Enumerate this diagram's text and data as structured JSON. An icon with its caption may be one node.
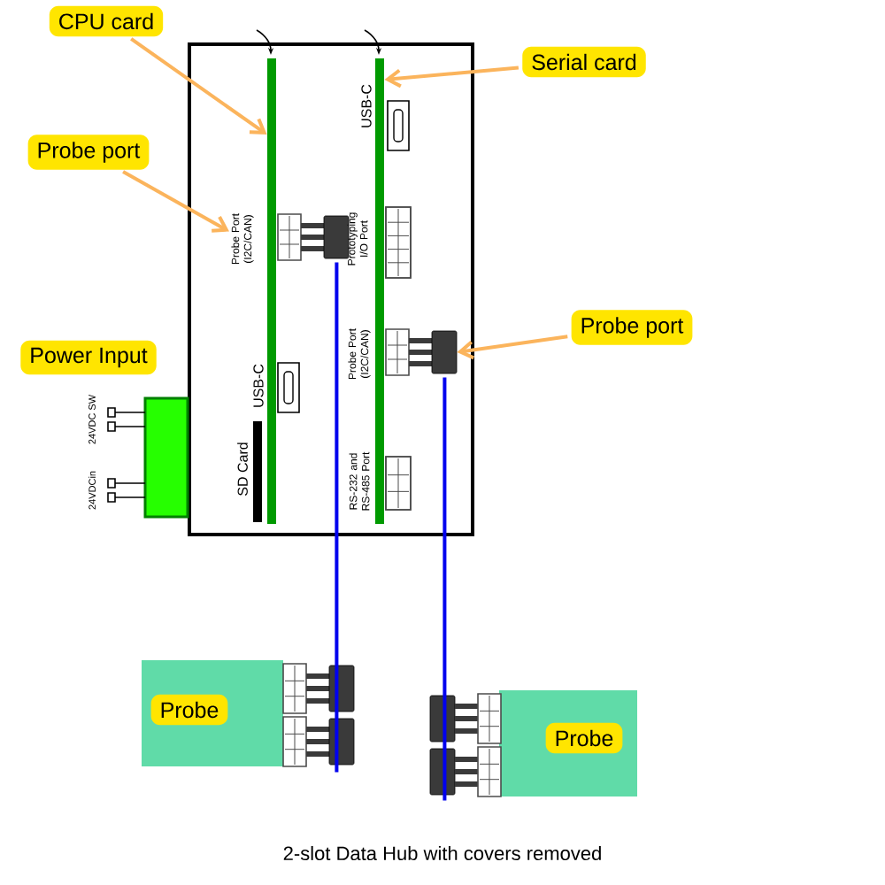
{
  "diagram": {
    "caption": "2-slot Data Hub with covers removed",
    "nodes": [
      {
        "text": [
          "CPU card"
        ]
      },
      {
        "text": [
          "Serial card"
        ]
      },
      {
        "text": [
          "Probe port"
        ]
      },
      {
        "text": [
          "Probe port"
        ]
      },
      {
        "text": [
          "Power Input"
        ]
      },
      {
        "text": [],
        "shape": "box"
      },
      {
        "text": [],
        "shape": "bar",
        "in": 5
      },
      {
        "text": [],
        "shape": "bar",
        "in": 5
      },
      {
        "text": [
          "Probe Port (I2C/CAN)"
        ],
        "in": 5
      },
      {
        "text": [],
        "shape": "box",
        "in": 5
      },
      {
        "text": [],
        "shape": "box",
        "in": 5
      },
      {
        "text": [],
        "shape": "box",
        "in": 5
      },
      {
        "text": [],
        "shape": "box",
        "in": 5
      },
      {
        "text": [],
        "shape": "box"
      },
      {
        "text": [
          "Probe"
        ]
      },
      {
        "text": [
          "Probe"
        ]
      }
    ],
    "edges": [
      {
        "from": 0,
        "to": 6,
        "arrow": "to",
        "color": "#fbb45c"
      },
      {
        "from": 1,
        "to": 7,
        "arrow": "to",
        "color": "#fbb45c"
      },
      {
        "from": 2,
        "to": 8,
        "arrow": "to",
        "color": "#fbb45c"
      },
      {
        "from": 3,
        "to": 10,
        "arrow": "to",
        "color": "#fbb45c"
      },
      {
        "from": 9,
        "to": 14,
        "arrow": "none",
        "color": "#0000ee"
      },
      {
        "from": 10,
        "to": 15,
        "arrow": "none",
        "color": "#0000ee"
      }
    ],
    "labels": [
      "USB-C",
      "SD Card",
      "USB-C",
      "Prototyping I/O Port",
      "Probe Port (I2C/CAN)",
      "RS-232 and RS-485 Port",
      "24VDC SW",
      "24VDCin"
    ]
  }
}
